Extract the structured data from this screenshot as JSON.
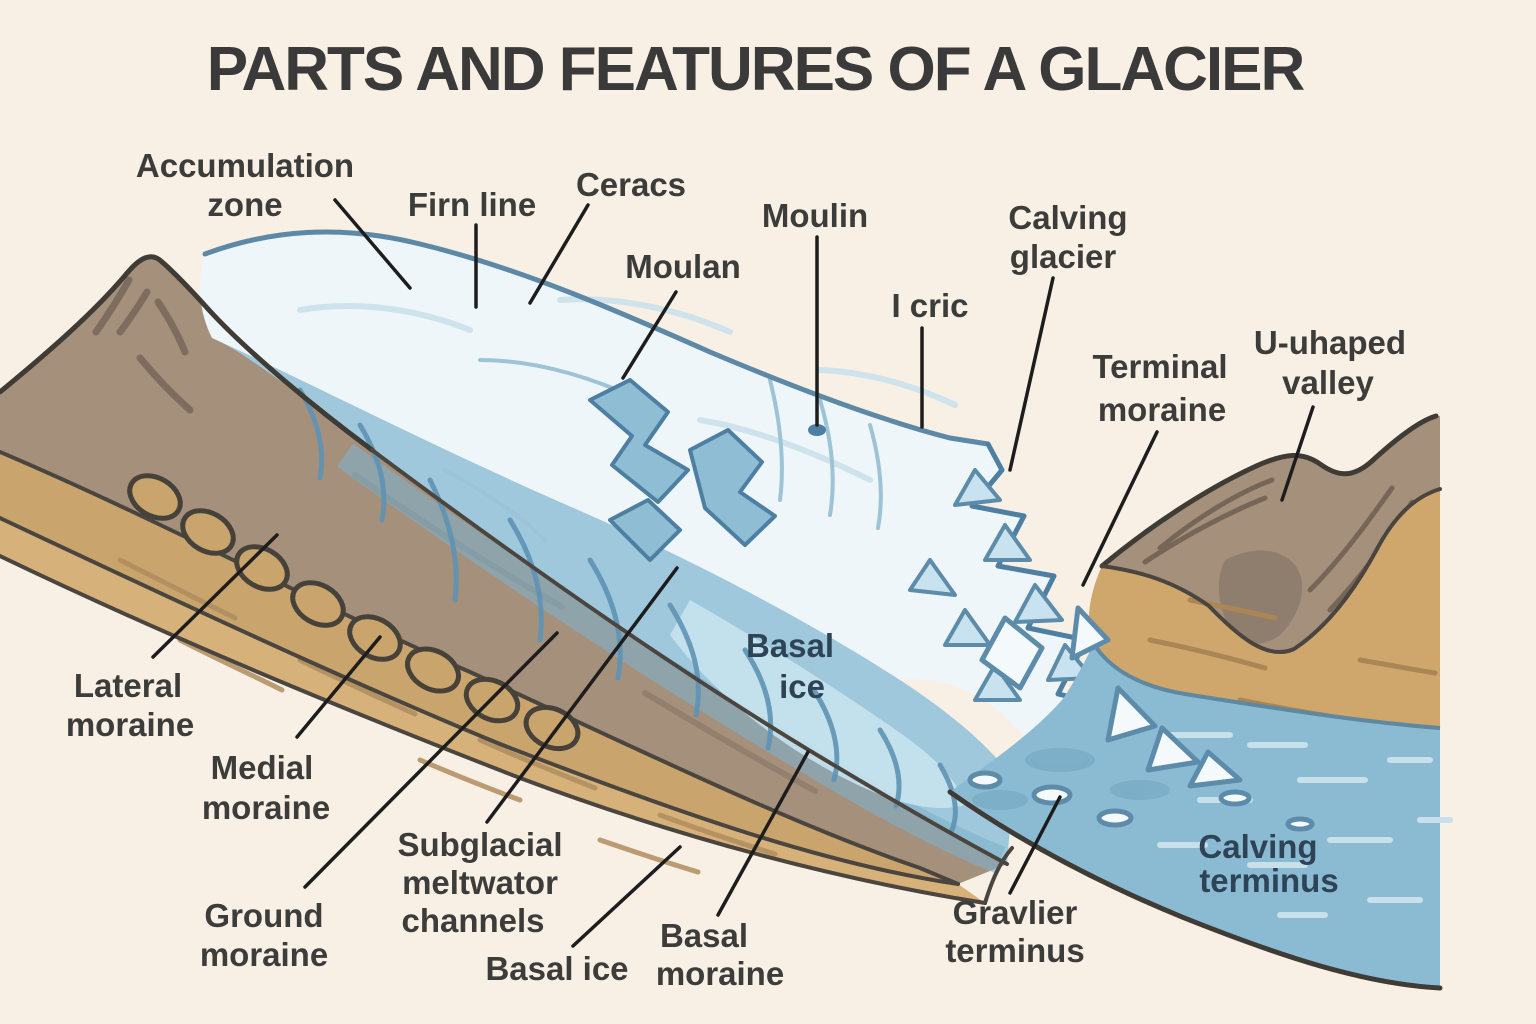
{
  "title": "PARTS AND FEATURES OF A GLACIER",
  "labels": {
    "accumulation_zone": {
      "line1": "Accumulation",
      "line2": "zone"
    },
    "firn_line": {
      "line1": "Firn line"
    },
    "ceracs": {
      "line1": "Ceracs"
    },
    "moulan": {
      "line1": "Moulan"
    },
    "moulin": {
      "line1": "Moulin"
    },
    "icric": {
      "line1": "I cric"
    },
    "calving_glacier": {
      "line1": "Calving",
      "line2": "glacier"
    },
    "terminal_moraine": {
      "line1": "Terminal",
      "line2": "moraine"
    },
    "u_shaped_valley": {
      "line1": "U-uhaped",
      "line2": "valley"
    },
    "lateral_moraine": {
      "line1": "Lateral",
      "line2": "moraine"
    },
    "medial_moraine": {
      "line1": "Medial",
      "line2": "moraine"
    },
    "subglacial_channels": {
      "line1": "Subglacial",
      "line2": "meltwator",
      "line3": "channels"
    },
    "ground_moraine": {
      "line1": "Ground",
      "line2": "moraine"
    },
    "basal_ice_bottom": {
      "line1": "Basal ice"
    },
    "basal_moraine": {
      "line1": "Basal",
      "line2": "moraine"
    },
    "gravlier_terminus": {
      "line1": "Gravlier",
      "line2": "terminus"
    },
    "basal_ice_glacier": {
      "line1": "Basal",
      "line2": "ice"
    },
    "calving_terminus": {
      "line1": "Calving",
      "line2": "terminus"
    }
  },
  "colors": {
    "background": "#f8efe5",
    "title_text": "#3a3a3a",
    "label_text": "#3c3c3a",
    "ice_label_text": "#2e4456",
    "ice_surface": "#eef6f9",
    "ice_flank": "#9fc8dd",
    "ice_outline": "#5d89a6",
    "water": "#8abbd3",
    "rock_taupe": "#a5907c",
    "rock_tan": "#c9a46c",
    "dark_outline": "#3f3b35"
  }
}
